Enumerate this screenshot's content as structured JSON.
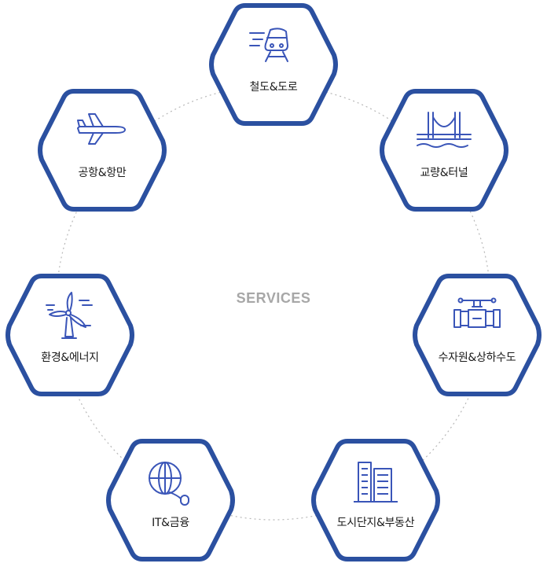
{
  "center_title": "SERVICES",
  "colors": {
    "frame": "#2b50a0",
    "icon": "#3a55b8",
    "dots": "#b5b5b5"
  },
  "services": [
    {
      "label": "철도&도로",
      "icon": "train-icon"
    },
    {
      "label": "교량&터널",
      "icon": "bridge-icon"
    },
    {
      "label": "수자원&상하수도",
      "icon": "water-pipe-icon"
    },
    {
      "label": "도시단지&부동산",
      "icon": "buildings-icon"
    },
    {
      "label": "IT&금융",
      "icon": "globe-mouse-icon"
    },
    {
      "label": "환경&에너지",
      "icon": "wind-turbine-icon"
    },
    {
      "label": "공항&항만",
      "icon": "airplane-icon"
    }
  ]
}
